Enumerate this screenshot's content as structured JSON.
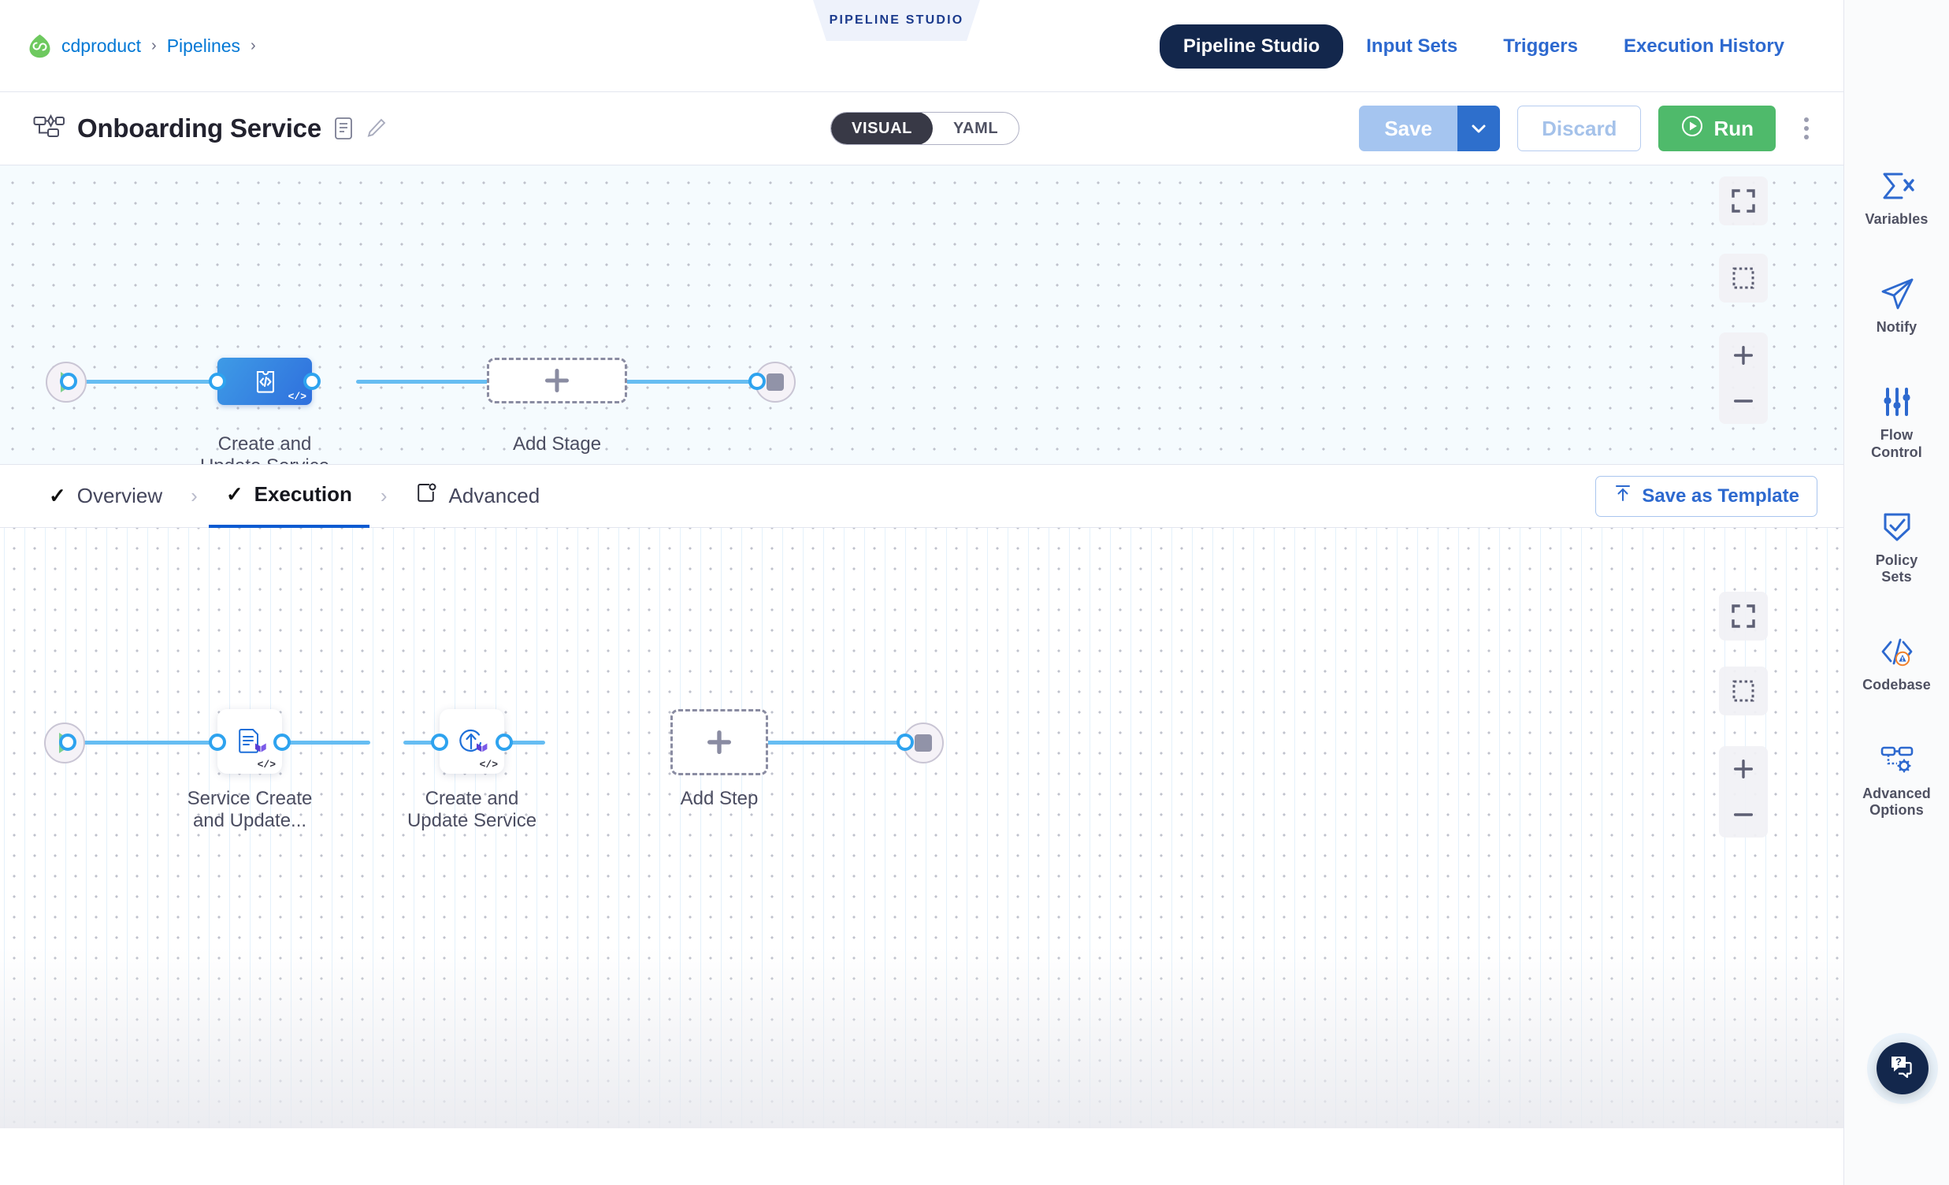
{
  "breadcrumb": {
    "logo": "harness-leaf-icon",
    "items": [
      "cdproduct",
      "Pipelines"
    ],
    "separator": "›",
    "trailing_separator": "›"
  },
  "studio_tag": "PIPELINE STUDIO",
  "top_nav": {
    "active": "Pipeline Studio",
    "items": [
      "Pipeline Studio",
      "Input Sets",
      "Triggers",
      "Execution History"
    ]
  },
  "title_bar": {
    "icon": "pipeline-diagram-icon",
    "title": "Onboarding Service",
    "description_icon": "description-icon",
    "edit_icon": "pencil-edit-icon",
    "view_toggle": {
      "options": [
        "VISUAL",
        "YAML"
      ],
      "selected": "VISUAL"
    },
    "save_label": "Save",
    "save_caret_icon": "chevron-down-icon",
    "discard_label": "Discard",
    "run_label": "Run",
    "run_icon": "play-circle-icon",
    "more_icon": "kebab-menu-icon"
  },
  "stage_canvas": {
    "start_icon": "play-icon",
    "end_icon": "stop-icon",
    "stage": {
      "label": "Create and\nUpdate Service",
      "icon": "deployment-template-icon",
      "template_badge": "</>"
    },
    "add_stage": {
      "label": "Add Stage",
      "icon": "plus-icon"
    },
    "controls": {
      "fit_icon": "fit-to-screen-icon",
      "select_icon": "marquee-select-icon",
      "zoom_in_icon": "zoom-in-icon",
      "zoom_out_icon": "zoom-out-icon"
    }
  },
  "stage_tabs": {
    "items": [
      {
        "label": "Overview",
        "icon": "check-icon",
        "active": false
      },
      {
        "label": "Execution",
        "icon": "check-icon",
        "active": true
      },
      {
        "label": "Advanced",
        "icon": "advanced-gear-icon",
        "active": false
      }
    ],
    "separator": "›",
    "save_as_template": {
      "label": "Save as Template",
      "icon": "template-upload-icon"
    }
  },
  "step_canvas": {
    "start_icon": "play-icon",
    "end_icon": "stop-icon",
    "steps": [
      {
        "label": "Service Create\nand Update...",
        "icon": "terraform-plan-icon",
        "template_badge": "</>"
      },
      {
        "label": "Create and\nUpdate Service",
        "icon": "terraform-apply-icon",
        "template_badge": "</>"
      }
    ],
    "add_step": {
      "label": "Add Step",
      "icon": "plus-icon"
    },
    "controls": {
      "fit_icon": "fit-to-screen-icon",
      "select_icon": "marquee-select-icon",
      "zoom_in_icon": "zoom-in-icon",
      "zoom_out_icon": "zoom-out-icon"
    }
  },
  "right_rail": {
    "items": [
      {
        "label": "Variables",
        "icon": "sigma-variables-icon",
        "badge": false
      },
      {
        "label": "Notify",
        "icon": "paper-plane-icon",
        "badge": false
      },
      {
        "label": "Flow\nControl",
        "icon": "sliders-icon",
        "badge": false
      },
      {
        "label": "Policy\nSets",
        "icon": "shield-check-icon",
        "badge": false
      },
      {
        "label": "Codebase",
        "icon": "code-brackets-icon",
        "badge": true
      },
      {
        "label": "Advanced\nOptions",
        "icon": "nodes-gear-icon",
        "badge": false
      }
    ],
    "help": {
      "icon": "help-chat-icon"
    }
  },
  "colors": {
    "accent_blue": "#2d69cf",
    "nav_pill": "#13274c",
    "run_green": "#4fba6b",
    "save_disabled": "#a5c5f0",
    "edge_blue": "#66bdf2",
    "stage_gradient_from": "#3e9be6",
    "stage_gradient_to": "#2f6fdd",
    "warn_orange": "#f0802b"
  }
}
